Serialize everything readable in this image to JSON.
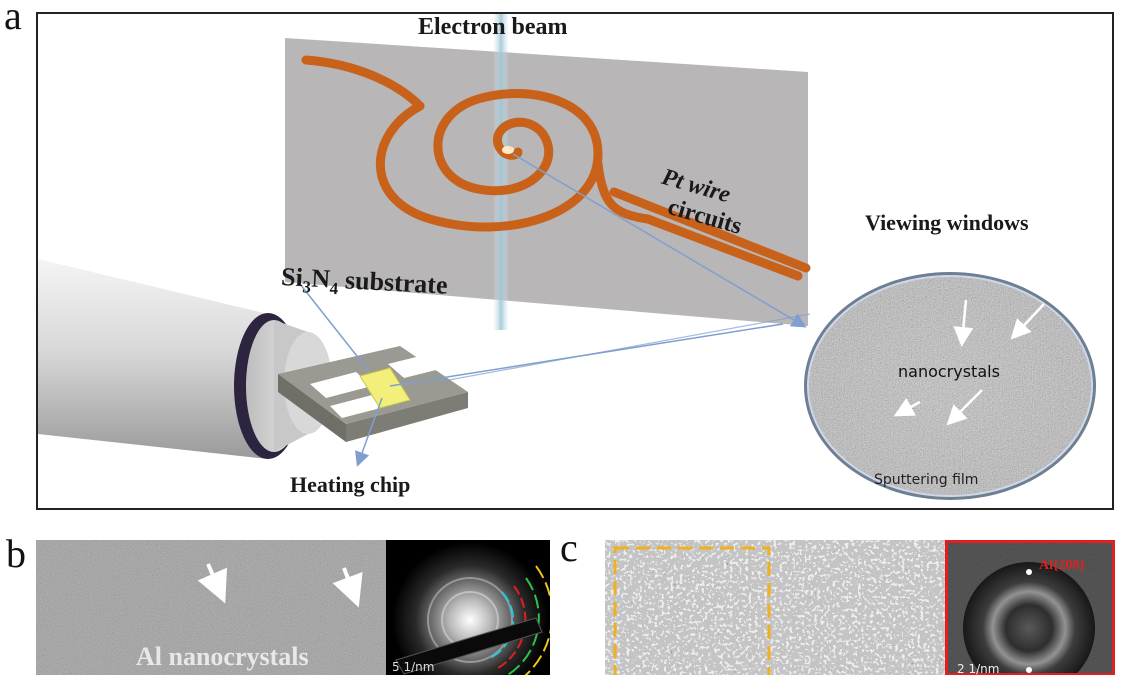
{
  "panels": {
    "a": "a",
    "b": "b",
    "c": "c"
  },
  "labels": {
    "electron_beam": "Electron beam",
    "pt_wire_line1": "Pt wire",
    "pt_wire_line2": "circuits",
    "si3n4_prefix": "Si",
    "si3n4_sub1": "3",
    "si3n4_mid": "N",
    "si3n4_sub2": "4",
    "si3n4_suffix": " substrate",
    "viewing_windows": "Viewing windows",
    "nanocrystals": "nanocrystals",
    "sputtering_film": "Sputtering film",
    "heating_chip": "Heating chip",
    "al_nanocrystals": "Al nanocrystals",
    "b_scale": "5 1/nm",
    "c_plane": "Al{200}",
    "c_scale": "2 1/nm"
  },
  "colors": {
    "pt_wire": "#c8621a",
    "substrate": "#b9b6b8",
    "heating_pad": "#f2f07a",
    "arrow_line": "#7f9fd0",
    "beam": "#9ec6d6",
    "ring_yellow": "#f0c419",
    "ring_green": "#2ec24a",
    "ring_red": "#e02020",
    "ring_cyan": "#29c6d6",
    "box_dashed": "#f0b020",
    "fft_border": "#e02020"
  }
}
